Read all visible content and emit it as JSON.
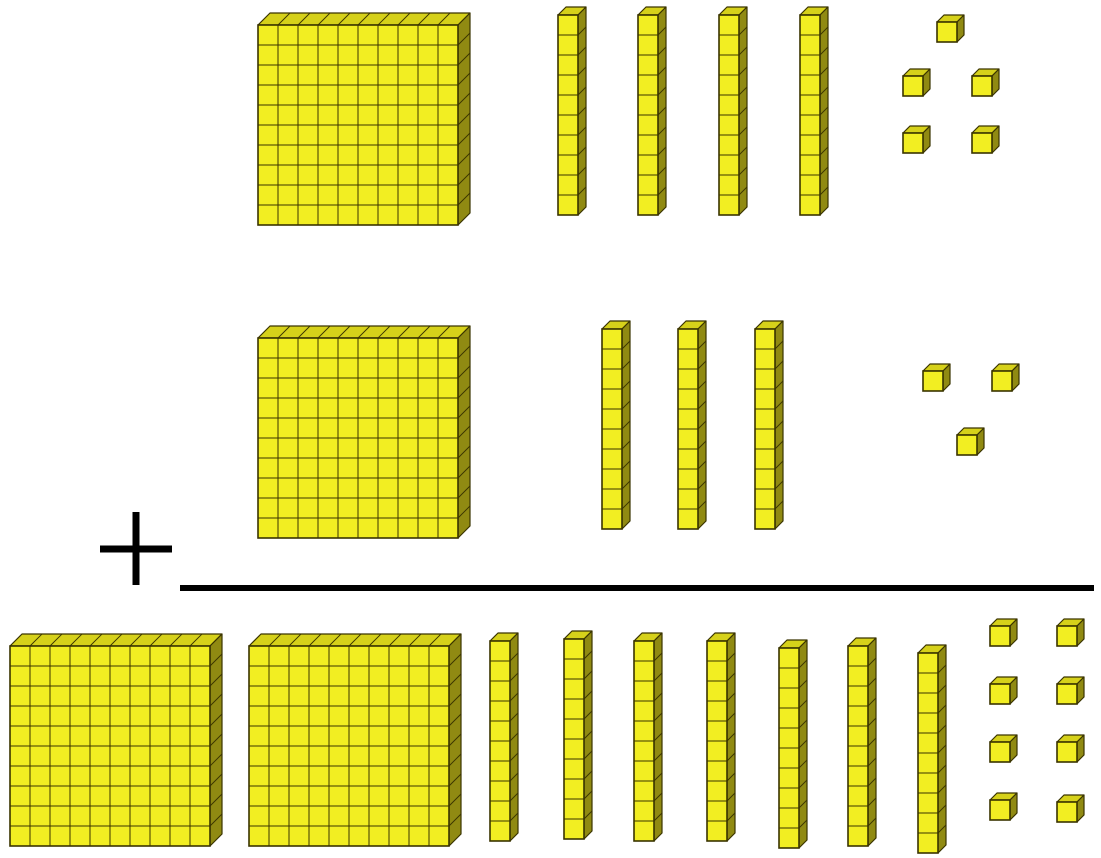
{
  "colors": {
    "face": "#f2ee22",
    "top": "#d6d11a",
    "side": "#908a12",
    "grid": "#3a3400",
    "line": "#000000",
    "background": "#ffffff"
  },
  "rows": [
    {
      "name": "addend-1",
      "hundreds": 1,
      "tens": 4,
      "ones": 5
    },
    {
      "name": "addend-2",
      "hundreds": 1,
      "tens": 3,
      "ones": 3
    },
    {
      "name": "sum",
      "hundreds": 2,
      "tens": 7,
      "ones": 8
    }
  ],
  "operator": {
    "symbol": "+",
    "icon": "plus-icon"
  }
}
